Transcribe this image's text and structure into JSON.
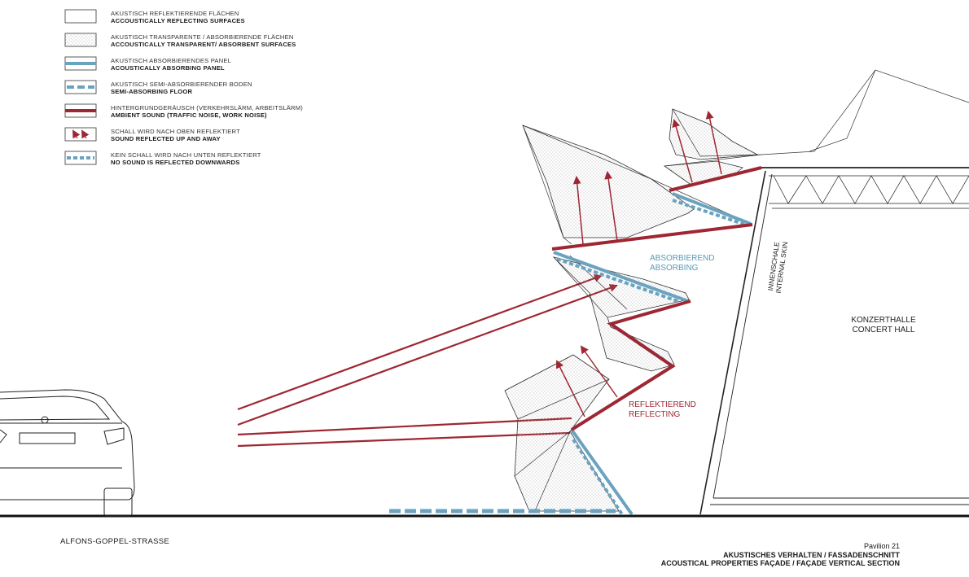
{
  "legend": [
    {
      "id": "reflecting",
      "de": "AKUSTISCH REFLEKTIERENDE FLÄCHEN",
      "en": "ACCOUSTICALLY REFLECTING SURFACES"
    },
    {
      "id": "transparent",
      "de": "AKUSTISCH TRANSPARENTE / ABSORBIERENDE FLÄCHEN",
      "en": "ACCOUSTICALLY TRANSPARENT/ ABSORBENT SURFACES"
    },
    {
      "id": "absorbing-panel",
      "de": "AKUSTISCH ABSORBIERENDES PANEL",
      "en": "ACOUSTICALLY ABSORBING PANEL"
    },
    {
      "id": "semi-floor",
      "de": "AKUSTISCH SEMI-ABSORBIERENDER BODEN",
      "en": "SEMI-ABSORBING FLOOR"
    },
    {
      "id": "ambient",
      "de": "HINTERGRUNDGERÄUSCH (VERKEHRSLÄRM, ARBEITSLÄRM)",
      "en": "AMBIENT SOUND (TRAFFIC NOISE, WORK NOISE)"
    },
    {
      "id": "reflected-up",
      "de": "SCHALL WIRD NACH OBEN REFLEKTIERT",
      "en": "SOUND REFLECTED UP AND AWAY"
    },
    {
      "id": "no-down",
      "de": "KEIN SCHALL WIRD NACH UNTEN REFLEKTIERT",
      "en": "NO SOUND IS REFLECTED DOWNWARDS"
    }
  ],
  "labels": {
    "absorbing_de": "ABSORBIEREND",
    "absorbing_en": "ABSORBING",
    "reflecting_de": "REFLEKTIEREND",
    "reflecting_en": "REFLECTING",
    "skin_de": "INNENSCHALE",
    "skin_en": "INTERNAL SKIN",
    "hall_de": "KONZERTHALLE",
    "hall_en": "CONCERT HALL",
    "street": "ALFONS-GOPPEL-STRASSE"
  },
  "title": {
    "project": "Pavilion 21",
    "line_de": "AKUSTISCHES VERHALTEN / FASSADENSCHNITT",
    "line_en": "ACOUSTICAL PROPERTIES FAÇADE / FAÇADE VERTICAL SECTION"
  },
  "colors": {
    "red": "#9e2733",
    "blue": "#6aa3bf",
    "line": "#333333",
    "dots": "#9a9a9a"
  }
}
